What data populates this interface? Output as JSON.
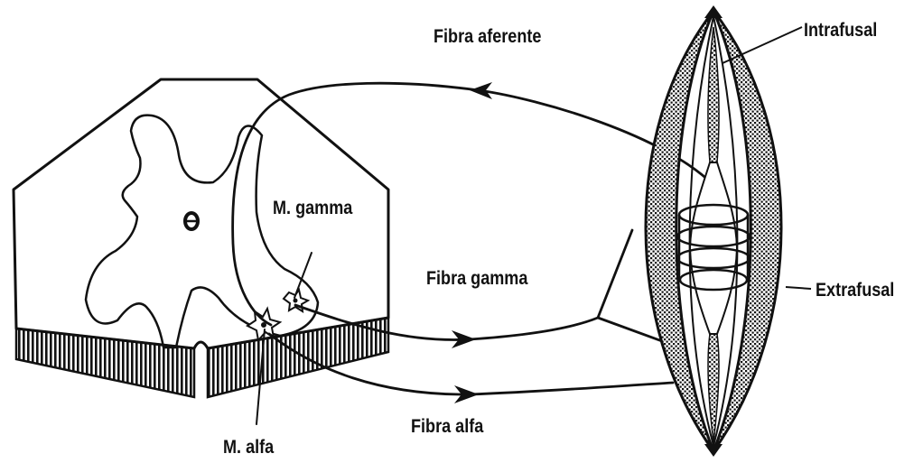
{
  "labels": {
    "afferent_fiber": "Fibra aferente",
    "intrafusal": "Intrafusal",
    "gamma_motoneuron": "M. gamma",
    "gamma_fiber": "Fibra gamma",
    "extrafusal": "Extrafusal",
    "alpha_fiber": "Fibra alfa",
    "alpha_motoneuron": "M. alfa"
  },
  "colors": {
    "ink": "#111111",
    "background": "#ffffff"
  }
}
